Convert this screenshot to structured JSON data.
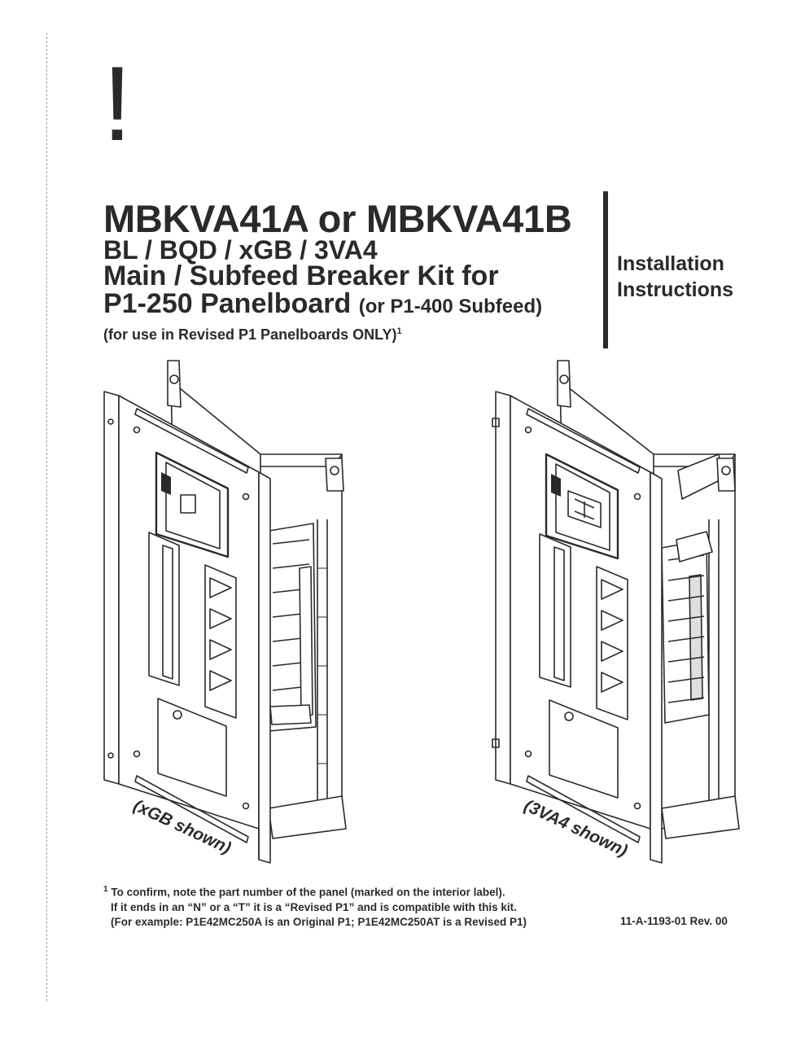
{
  "header": {
    "warning_symbol": "!",
    "title_line1": "MBKVA41A or MBKVA41B",
    "title_line2": "BL / BQD / xGB / 3VA4",
    "title_line3": "Main / Subfeed Breaker Kit for",
    "title_line4_main": "P1-250 Panelboard",
    "title_line4_paren": "(or P1-400 Subfeed)",
    "title_line5": "(for use in Revised P1 Panelboards ONLY)",
    "title_line5_ref": "1"
  },
  "side_label": {
    "line1": "Installation",
    "line2": "Instructions"
  },
  "illustrations": {
    "left_caption": "(xGB shown)",
    "right_caption": "(3VA4 shown)"
  },
  "footnote": {
    "marker": "1",
    "line1": "To confirm, note the part number of the panel (marked on the interior label).",
    "line2": "If it ends in an “N” or a “T” it is a “Revised P1” and is compatible with this kit.",
    "line3": "(For example:  P1E42MC250A is an Original P1; P1E42MC250AT is a Revised P1)"
  },
  "document_number": "11-A-1193-01 Rev. 00",
  "colors": {
    "ink": "#2a2a2a",
    "fold_line": "#9a9a9a"
  }
}
